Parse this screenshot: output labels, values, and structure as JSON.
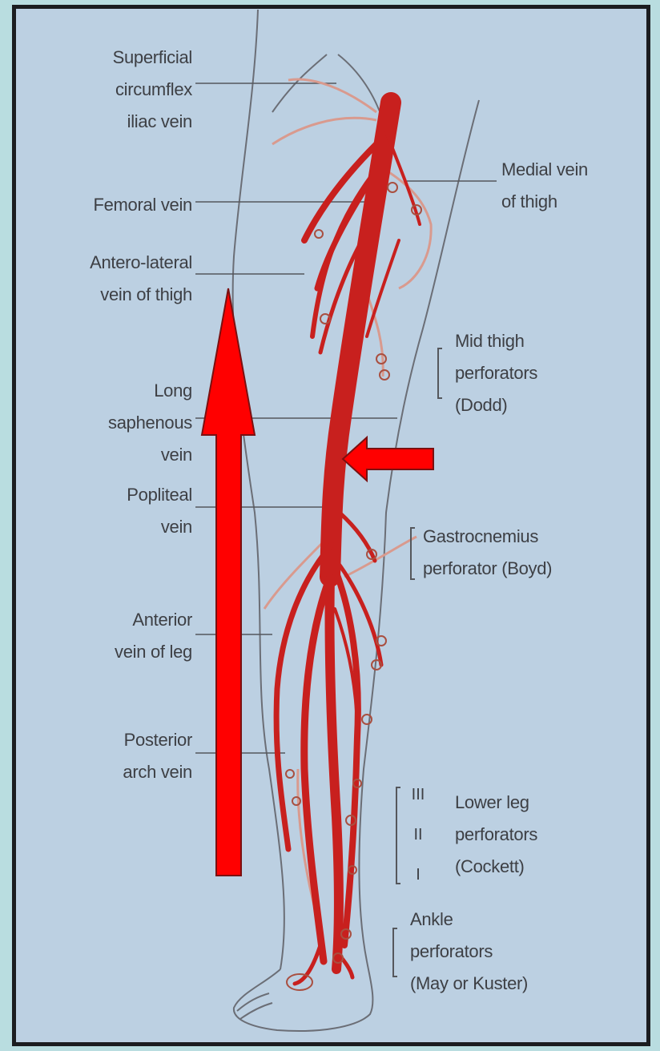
{
  "labels": {
    "superficial_circumflex_iliac_vein": [
      "Superficial",
      "circumflex",
      "iliac vein"
    ],
    "femoral_vein": [
      "Femoral vein"
    ],
    "antero_lateral_vein_of_thigh": [
      "Antero-lateral",
      "vein of thigh"
    ],
    "long_saphenous_vein": [
      "Long",
      "saphenous",
      "vein"
    ],
    "popliteal_vein": [
      "Popliteal",
      "vein"
    ],
    "anterior_vein_of_leg": [
      "Anterior",
      "vein of leg"
    ],
    "posterior_arch_vein": [
      "Posterior",
      "arch vein"
    ],
    "medial_vein_of_thigh": [
      "Medial vein",
      "of thigh"
    ],
    "mid_thigh_perforators": [
      "Mid thigh",
      "perforators",
      "(Dodd)"
    ],
    "gastrocnemius_perforator": [
      "Gastrocnemius",
      "perforator (Boyd)"
    ],
    "lower_leg_perforators": [
      "Lower leg",
      "perforators",
      "(Cockett)"
    ],
    "lower_leg_numerals": [
      "III",
      "II",
      "I"
    ],
    "ankle_perforators": [
      "Ankle",
      "perforators",
      "(May or Kuster)"
    ]
  },
  "colors": {
    "background": "#b9dde0",
    "panel": "#bcd0e2",
    "vein": "#c8201e",
    "arrow": "#ff0000",
    "label_text": "#3d3f44"
  }
}
